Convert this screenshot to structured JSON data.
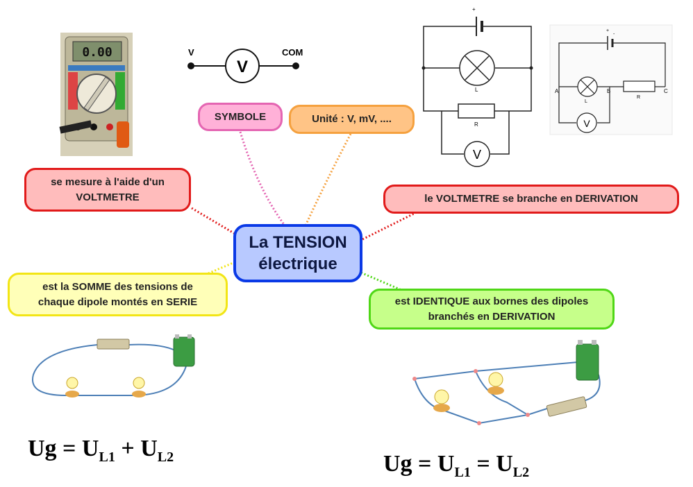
{
  "center": {
    "line1": "La TENSION",
    "line2": "électrique"
  },
  "branches": {
    "symbole": "SYMBOLE",
    "unite": "Unité : V, mV, ....",
    "mesure_line1": "se mesure à l'aide d'un",
    "mesure_line2": "VOLTMETRE",
    "branche": "le VOLTMETRE se branche en DERIVATION",
    "somme_line1": "est la SOMME des tensions de",
    "somme_line2": "chaque dipole montés en SERIE",
    "identique_line1": "est IDENTIQUE  aux bornes des dipoles",
    "identique_line2": "branchés en DERIVATION"
  },
  "multimeter": {
    "display": "0.00"
  },
  "symbol": {
    "left_label": "V",
    "right_label": "COM",
    "meter": "V"
  },
  "circuit_large": {
    "plus": "+",
    "lamp": "L",
    "resistor": "R",
    "meter": "V"
  },
  "circuit_small": {
    "plus": "+",
    "minus": "-",
    "a": "A",
    "b": "B",
    "c": "C",
    "lamp": "L",
    "resistor": "R",
    "meter": "V"
  },
  "formulas": {
    "serie": {
      "lhs": "Ug = U",
      "sub1": "L1",
      "op": " + U",
      "sub2": "L2"
    },
    "derivation": {
      "lhs": "Ug = U",
      "sub1": "L1",
      "op": " = U",
      "sub2": "L2"
    }
  },
  "colors": {
    "center": "#0a39e6",
    "pink": "#e465b2",
    "orange": "#f5a13f",
    "red": "#e11a1a",
    "yellow": "#f2e515",
    "green": "#4fd716"
  }
}
